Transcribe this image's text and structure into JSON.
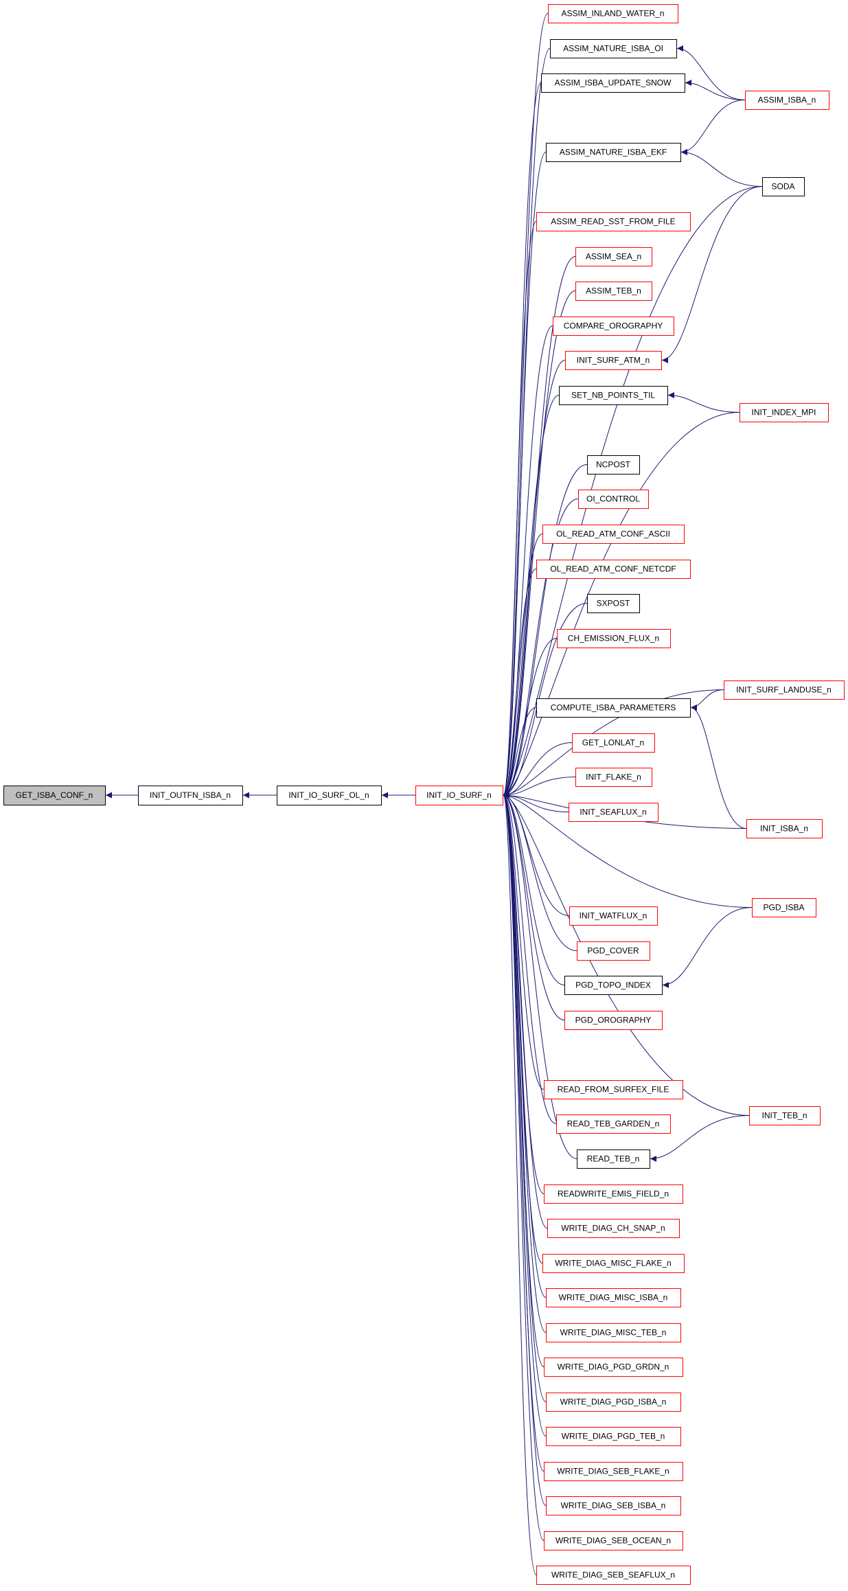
{
  "colors": {
    "edge": "#191970",
    "border_link": "#ff0000",
    "border_plain": "#000000",
    "focus_fill": "#bfbfbf",
    "background": "#ffffff"
  },
  "nodes": [
    {
      "id": "get_isba_conf",
      "label": "GET_ISBA_CONF_n",
      "style": "focus"
    },
    {
      "id": "init_outfn_isba",
      "label": "INIT_OUTFN_ISBA_n",
      "style": "plain"
    },
    {
      "id": "init_io_surf_ol",
      "label": "INIT_IO_SURF_OL_n",
      "style": "plain"
    },
    {
      "id": "init_io_surf",
      "label": "INIT_IO_SURF_n",
      "style": "link"
    },
    {
      "id": "assim_inland_water",
      "label": "ASSIM_INLAND_WATER_n",
      "style": "link"
    },
    {
      "id": "assim_nature_isba_oi",
      "label": "ASSIM_NATURE_ISBA_OI",
      "style": "plain"
    },
    {
      "id": "assim_isba_update_snow",
      "label": "ASSIM_ISBA_UPDATE_SNOW",
      "style": "plain"
    },
    {
      "id": "assim_nature_isba_ekf",
      "label": "ASSIM_NATURE_ISBA_EKF",
      "style": "plain"
    },
    {
      "id": "assim_read_sst",
      "label": "ASSIM_READ_SST_FROM_FILE",
      "style": "link"
    },
    {
      "id": "assim_sea",
      "label": "ASSIM_SEA_n",
      "style": "link"
    },
    {
      "id": "assim_teb",
      "label": "ASSIM_TEB_n",
      "style": "link"
    },
    {
      "id": "compare_orography",
      "label": "COMPARE_OROGRAPHY",
      "style": "link"
    },
    {
      "id": "init_surf_atm",
      "label": "INIT_SURF_ATM_n",
      "style": "link"
    },
    {
      "id": "set_nb_points_til",
      "label": "SET_NB_POINTS_TIL",
      "style": "plain"
    },
    {
      "id": "ncpost",
      "label": "NCPOST",
      "style": "plain"
    },
    {
      "id": "oi_control",
      "label": "OI_CONTROL",
      "style": "link"
    },
    {
      "id": "ol_read_atm_conf_ascii",
      "label": "OL_READ_ATM_CONF_ASCII",
      "style": "link"
    },
    {
      "id": "ol_read_atm_conf_netcdf",
      "label": "OL_READ_ATM_CONF_NETCDF",
      "style": "link"
    },
    {
      "id": "sxpost",
      "label": "SXPOST",
      "style": "plain"
    },
    {
      "id": "ch_emission_flux",
      "label": "CH_EMISSION_FLUX_n",
      "style": "link"
    },
    {
      "id": "compute_isba_parameters",
      "label": "COMPUTE_ISBA_PARAMETERS",
      "style": "plain"
    },
    {
      "id": "get_lonlat",
      "label": "GET_LONLAT_n",
      "style": "link"
    },
    {
      "id": "init_flake",
      "label": "INIT_FLAKE_n",
      "style": "link"
    },
    {
      "id": "init_seaflux",
      "label": "INIT_SEAFLUX_n",
      "style": "link"
    },
    {
      "id": "init_watflux",
      "label": "INIT_WATFLUX_n",
      "style": "link"
    },
    {
      "id": "pgd_cover",
      "label": "PGD_COVER",
      "style": "link"
    },
    {
      "id": "pgd_topo_index",
      "label": "PGD_TOPO_INDEX",
      "style": "plain"
    },
    {
      "id": "pgd_orography",
      "label": "PGD_OROGRAPHY",
      "style": "link"
    },
    {
      "id": "read_from_surfex_file",
      "label": "READ_FROM_SURFEX_FILE",
      "style": "link"
    },
    {
      "id": "read_teb_garden",
      "label": "READ_TEB_GARDEN_n",
      "style": "link"
    },
    {
      "id": "read_teb",
      "label": "READ_TEB_n",
      "style": "plain"
    },
    {
      "id": "readwrite_emis_field",
      "label": "READWRITE_EMIS_FIELD_n",
      "style": "link"
    },
    {
      "id": "write_diag_ch_snap",
      "label": "WRITE_DIAG_CH_SNAP_n",
      "style": "link"
    },
    {
      "id": "write_diag_misc_flake",
      "label": "WRITE_DIAG_MISC_FLAKE_n",
      "style": "link"
    },
    {
      "id": "write_diag_misc_isba",
      "label": "WRITE_DIAG_MISC_ISBA_n",
      "style": "link"
    },
    {
      "id": "write_diag_misc_teb",
      "label": "WRITE_DIAG_MISC_TEB_n",
      "style": "link"
    },
    {
      "id": "write_diag_pgd_grdn",
      "label": "WRITE_DIAG_PGD_GRDN_n",
      "style": "link"
    },
    {
      "id": "write_diag_pgd_isba",
      "label": "WRITE_DIAG_PGD_ISBA_n",
      "style": "link"
    },
    {
      "id": "write_diag_pgd_teb",
      "label": "WRITE_DIAG_PGD_TEB_n",
      "style": "link"
    },
    {
      "id": "write_diag_seb_flake",
      "label": "WRITE_DIAG_SEB_FLAKE_n",
      "style": "link"
    },
    {
      "id": "write_diag_seb_isba",
      "label": "WRITE_DIAG_SEB_ISBA_n",
      "style": "link"
    },
    {
      "id": "write_diag_seb_ocean",
      "label": "WRITE_DIAG_SEB_OCEAN_n",
      "style": "link"
    },
    {
      "id": "write_diag_seb_seaflux",
      "label": "WRITE_DIAG_SEB_SEAFLUX_n",
      "style": "link"
    },
    {
      "id": "assim_isba",
      "label": "ASSIM_ISBA_n",
      "style": "link"
    },
    {
      "id": "soda",
      "label": "SODA",
      "style": "plain"
    },
    {
      "id": "init_index_mpi",
      "label": "INIT_INDEX_MPI",
      "style": "link"
    },
    {
      "id": "init_surf_landuse",
      "label": "INIT_SURF_LANDUSE_n",
      "style": "link"
    },
    {
      "id": "init_isba",
      "label": "INIT_ISBA_n",
      "style": "link"
    },
    {
      "id": "pgd_isba",
      "label": "PGD_ISBA",
      "style": "link"
    },
    {
      "id": "init_teb",
      "label": "INIT_TEB_n",
      "style": "link"
    }
  ],
  "edges": [
    {
      "from": "init_outfn_isba",
      "to": "get_isba_conf"
    },
    {
      "from": "init_io_surf_ol",
      "to": "init_outfn_isba"
    },
    {
      "from": "init_io_surf",
      "to": "init_io_surf_ol"
    },
    {
      "from": "assim_inland_water",
      "to": "init_io_surf"
    },
    {
      "from": "assim_nature_isba_oi",
      "to": "init_io_surf"
    },
    {
      "from": "assim_isba_update_snow",
      "to": "init_io_surf"
    },
    {
      "from": "assim_nature_isba_ekf",
      "to": "init_io_surf"
    },
    {
      "from": "soda",
      "to": "init_io_surf"
    },
    {
      "from": "assim_read_sst",
      "to": "init_io_surf"
    },
    {
      "from": "assim_sea",
      "to": "init_io_surf"
    },
    {
      "from": "assim_teb",
      "to": "init_io_surf"
    },
    {
      "from": "compare_orography",
      "to": "init_io_surf"
    },
    {
      "from": "init_surf_atm",
      "to": "init_io_surf"
    },
    {
      "from": "set_nb_points_til",
      "to": "init_io_surf"
    },
    {
      "from": "init_index_mpi",
      "to": "init_io_surf"
    },
    {
      "from": "ncpost",
      "to": "init_io_surf"
    },
    {
      "from": "oi_control",
      "to": "init_io_surf"
    },
    {
      "from": "ol_read_atm_conf_ascii",
      "to": "init_io_surf"
    },
    {
      "from": "ol_read_atm_conf_netcdf",
      "to": "init_io_surf"
    },
    {
      "from": "sxpost",
      "to": "init_io_surf"
    },
    {
      "from": "ch_emission_flux",
      "to": "init_io_surf"
    },
    {
      "from": "init_surf_landuse",
      "to": "init_io_surf"
    },
    {
      "from": "compute_isba_parameters",
      "to": "init_io_surf"
    },
    {
      "from": "get_lonlat",
      "to": "init_io_surf"
    },
    {
      "from": "init_flake",
      "to": "init_io_surf"
    },
    {
      "from": "init_seaflux",
      "to": "init_io_surf"
    },
    {
      "from": "init_isba",
      "to": "init_io_surf"
    },
    {
      "from": "pgd_isba",
      "to": "init_io_surf"
    },
    {
      "from": "init_watflux",
      "to": "init_io_surf"
    },
    {
      "from": "pgd_cover",
      "to": "init_io_surf"
    },
    {
      "from": "pgd_topo_index",
      "to": "init_io_surf"
    },
    {
      "from": "pgd_orography",
      "to": "init_io_surf"
    },
    {
      "from": "init_teb",
      "to": "init_io_surf"
    },
    {
      "from": "read_from_surfex_file",
      "to": "init_io_surf"
    },
    {
      "from": "read_teb_garden",
      "to": "init_io_surf"
    },
    {
      "from": "read_teb",
      "to": "init_io_surf"
    },
    {
      "from": "readwrite_emis_field",
      "to": "init_io_surf"
    },
    {
      "from": "write_diag_ch_snap",
      "to": "init_io_surf"
    },
    {
      "from": "write_diag_misc_flake",
      "to": "init_io_surf"
    },
    {
      "from": "write_diag_misc_isba",
      "to": "init_io_surf"
    },
    {
      "from": "write_diag_misc_teb",
      "to": "init_io_surf"
    },
    {
      "from": "write_diag_pgd_grdn",
      "to": "init_io_surf"
    },
    {
      "from": "write_diag_pgd_isba",
      "to": "init_io_surf"
    },
    {
      "from": "write_diag_pgd_teb",
      "to": "init_io_surf"
    },
    {
      "from": "write_diag_seb_flake",
      "to": "init_io_surf"
    },
    {
      "from": "write_diag_seb_isba",
      "to": "init_io_surf"
    },
    {
      "from": "write_diag_seb_ocean",
      "to": "init_io_surf"
    },
    {
      "from": "write_diag_seb_seaflux",
      "to": "init_io_surf"
    },
    {
      "from": "assim_isba",
      "to": "assim_nature_isba_oi"
    },
    {
      "from": "assim_isba",
      "to": "assim_isba_update_snow"
    },
    {
      "from": "assim_isba",
      "to": "assim_nature_isba_ekf"
    },
    {
      "from": "soda",
      "to": "assim_nature_isba_ekf"
    },
    {
      "from": "soda",
      "to": "init_surf_atm"
    },
    {
      "from": "init_index_mpi",
      "to": "set_nb_points_til"
    },
    {
      "from": "init_surf_landuse",
      "to": "compute_isba_parameters"
    },
    {
      "from": "init_isba",
      "to": "compute_isba_parameters"
    },
    {
      "from": "pgd_isba",
      "to": "pgd_topo_index"
    },
    {
      "from": "init_teb",
      "to": "read_teb"
    }
  ]
}
